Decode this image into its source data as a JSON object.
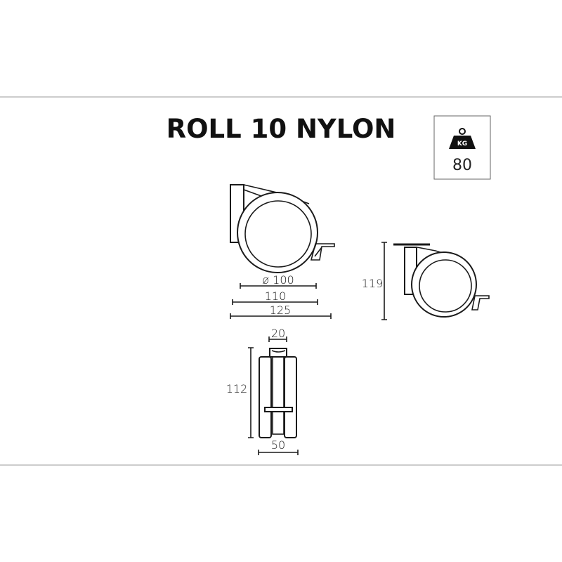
{
  "title": "ROLL 10 NYLON",
  "load_badge": {
    "unit": "KG",
    "value": "80",
    "icon": "weight-icon"
  },
  "dimensions": {
    "wheel_diameter": "ø 100",
    "width_110": "110",
    "width_125": "125",
    "height_119": "119",
    "top_20": "20",
    "height_112": "112",
    "bottom_50": "50"
  }
}
